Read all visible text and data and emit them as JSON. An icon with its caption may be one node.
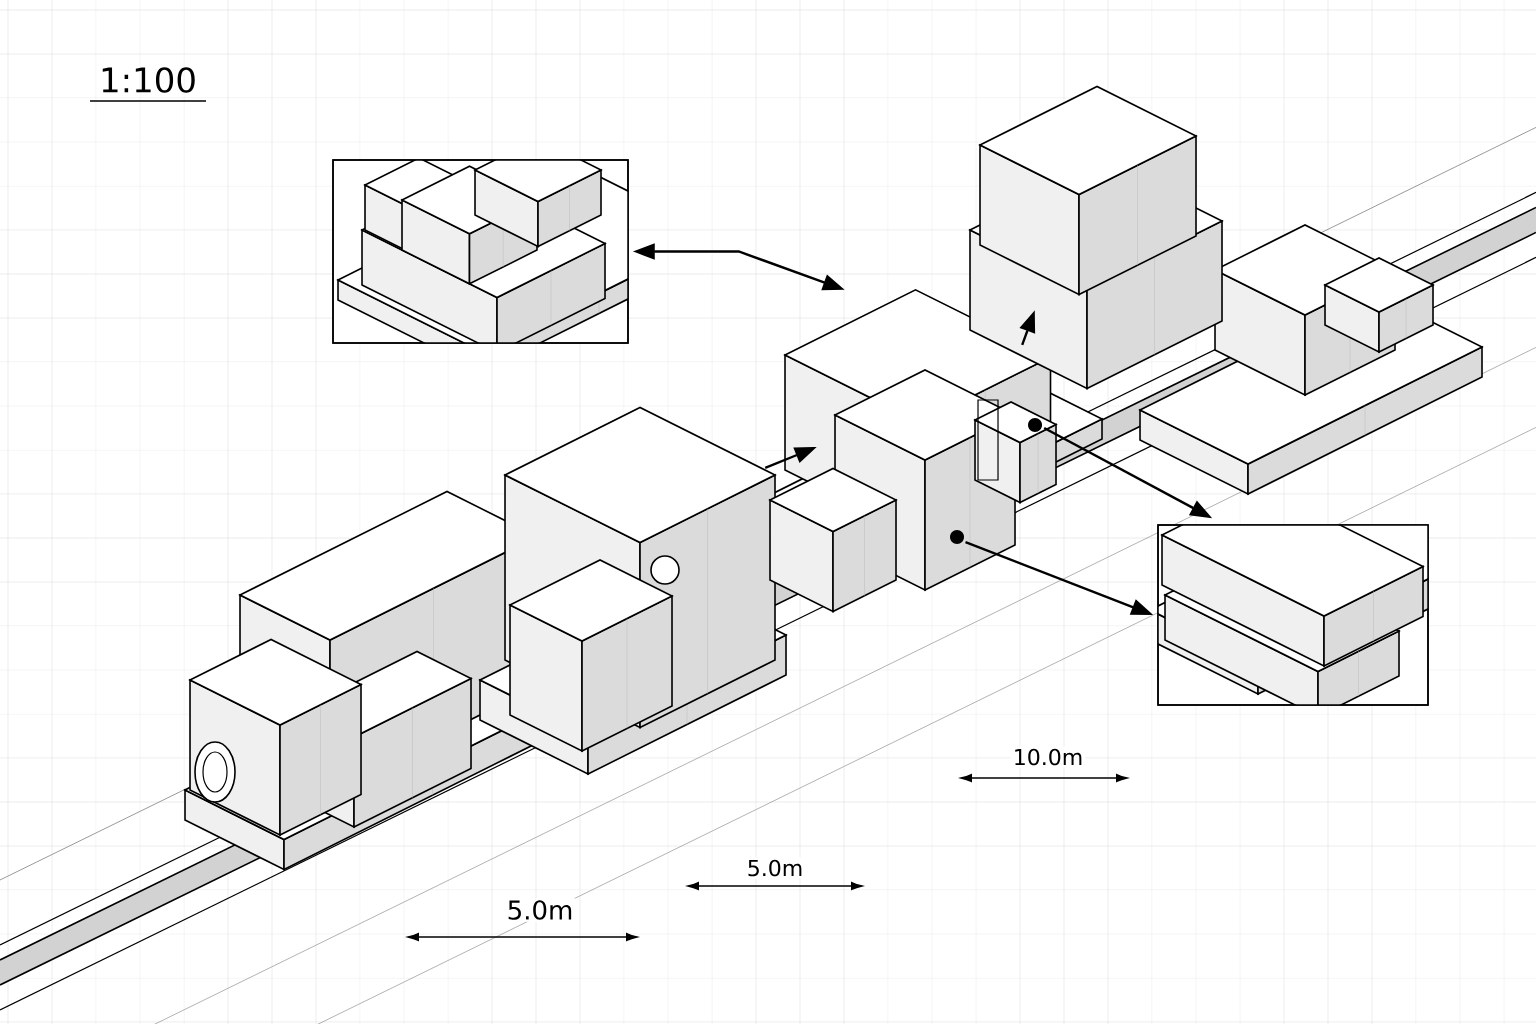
{
  "diagram": {
    "nodes": [
      {
        "text": [],
        "shape": "picture"
      },
      {
        "text": [],
        "shape": "picture"
      },
      {
        "text": [],
        "shape": "picture"
      },
      {
        "text": [],
        "shape": "picture"
      },
      {
        "text": [],
        "shape": "picture"
      }
    ],
    "edges": [
      {
        "from": 0,
        "to": 2,
        "arrow": "both"
      },
      {
        "from": 2,
        "to": 1,
        "arrow": "to"
      },
      {
        "from": 2,
        "to": 1,
        "arrow": "to"
      },
      {
        "from": 4,
        "to": 2,
        "arrow": "to"
      },
      {
        "from": 2,
        "to": 3,
        "arrow": "to"
      }
    ],
    "labels": [
      "1:100",
      "5.0m",
      "5.0m",
      "10.0m"
    ]
  }
}
